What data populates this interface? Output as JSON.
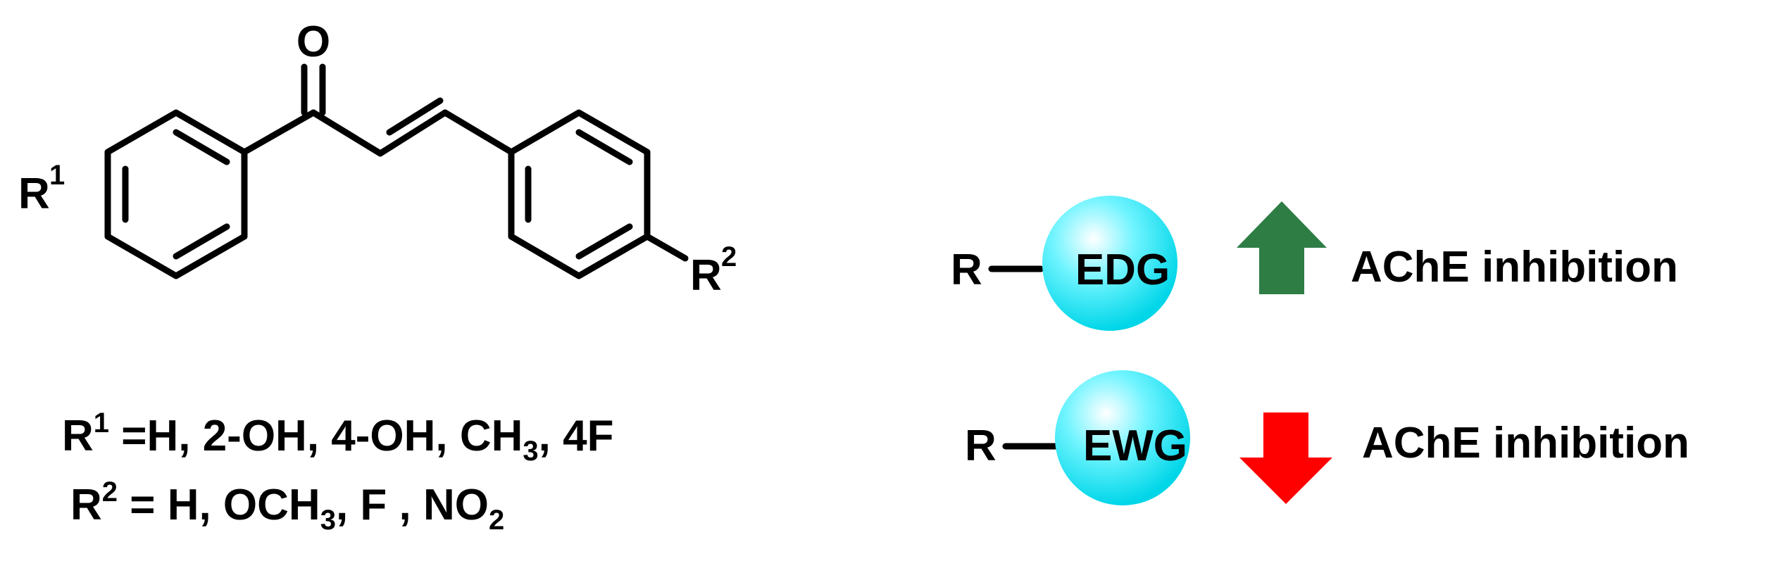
{
  "structure": {
    "carbonyl_atom": "O",
    "r1_symbol": "R",
    "r1_index": "1",
    "r2_symbol": "R",
    "r2_index": "2"
  },
  "substituents": {
    "r1_line": {
      "symbol": "R",
      "index": "1",
      "values_a": " =H, 2-OH, 4-OH, CH",
      "values_sub": "3",
      "values_b": ", 4F"
    },
    "r2_line": {
      "symbol": "R",
      "index": "2",
      "values_a": " = H, OCH",
      "values_sub1": "3",
      "values_b": ", F , NO",
      "values_sub2": "2"
    }
  },
  "sar": {
    "edg": {
      "r_label": "R",
      "group": "EDG",
      "effect": "AChE inhibition",
      "arrow": "up-arrow",
      "arrow_color": "#2e7d45"
    },
    "ewg": {
      "r_label": "R",
      "group": "EWG",
      "effect": "AChE inhibition",
      "arrow": "down-arrow",
      "arrow_color": "#ff0000"
    },
    "sphere_color": "#00e5ee"
  }
}
